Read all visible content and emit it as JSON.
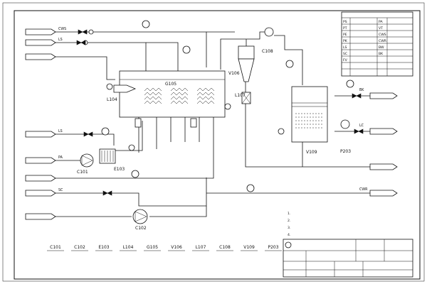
{
  "pipe_codes": {
    "left": [
      "CWS",
      "LS",
      "",
      "LS",
      "PA",
      "",
      "SC"
    ],
    "right": [
      "BK",
      "LC",
      "CWR"
    ]
  },
  "inlet_labels": [
    "",
    "",
    "",
    "",
    "",
    "",
    "",
    ""
  ],
  "outlet_labels": [
    "",
    "",
    ""
  ],
  "equipment_tags": {
    "dryer": "G105",
    "cyclone": "C108",
    "rotary_valve": "L107",
    "elevator": "L104",
    "fan_inlet": "C101",
    "heater": "E103",
    "feed_pump": "C102",
    "scrubber_pump": "P203",
    "column": "V109",
    "pipe_v": "V106"
  },
  "bottom_equipment": [
    {
      "tag": "C101",
      "desc": ""
    },
    {
      "tag": "C102",
      "desc": ""
    },
    {
      "tag": "E103",
      "desc": ""
    },
    {
      "tag": "L104",
      "desc": ""
    },
    {
      "tag": "G105",
      "desc": ""
    },
    {
      "tag": "V106",
      "desc": ""
    },
    {
      "tag": "L107",
      "desc": ""
    },
    {
      "tag": "C108",
      "desc": ""
    },
    {
      "tag": "V109",
      "desc": ""
    },
    {
      "tag": "P203",
      "desc": ""
    }
  ],
  "legend": {
    "title": "",
    "rows": [
      {
        "code": "PS",
        "desc": "",
        "code2": "PA",
        "desc2": ""
      },
      {
        "code": "PT",
        "desc": "",
        "code2": "VT",
        "desc2": ""
      },
      {
        "code": "PE",
        "desc": "",
        "code2": "CWS",
        "desc2": ""
      },
      {
        "code": "PK",
        "desc": "",
        "code2": "CWR",
        "desc2": ""
      },
      {
        "code": "LS",
        "desc": "",
        "code2": "BW",
        "desc2": ""
      },
      {
        "code": "SC",
        "desc": "",
        "code2": "BK",
        "desc2": ""
      },
      {
        "code": "FV",
        "desc": "",
        "code2": "",
        "desc2": ""
      },
      {
        "code": "",
        "desc": "",
        "code2": "",
        "desc2": ""
      },
      {
        "code": "",
        "desc": "",
        "code2": "",
        "desc2": ""
      }
    ]
  },
  "notes": {
    "title": "",
    "lines": [
      "1.",
      "2.",
      "3.",
      "4."
    ]
  },
  "title_block": {
    "company": "",
    "company_en": "",
    "drawing_title": "",
    "project": "",
    "scale": "",
    "sheet": ""
  }
}
